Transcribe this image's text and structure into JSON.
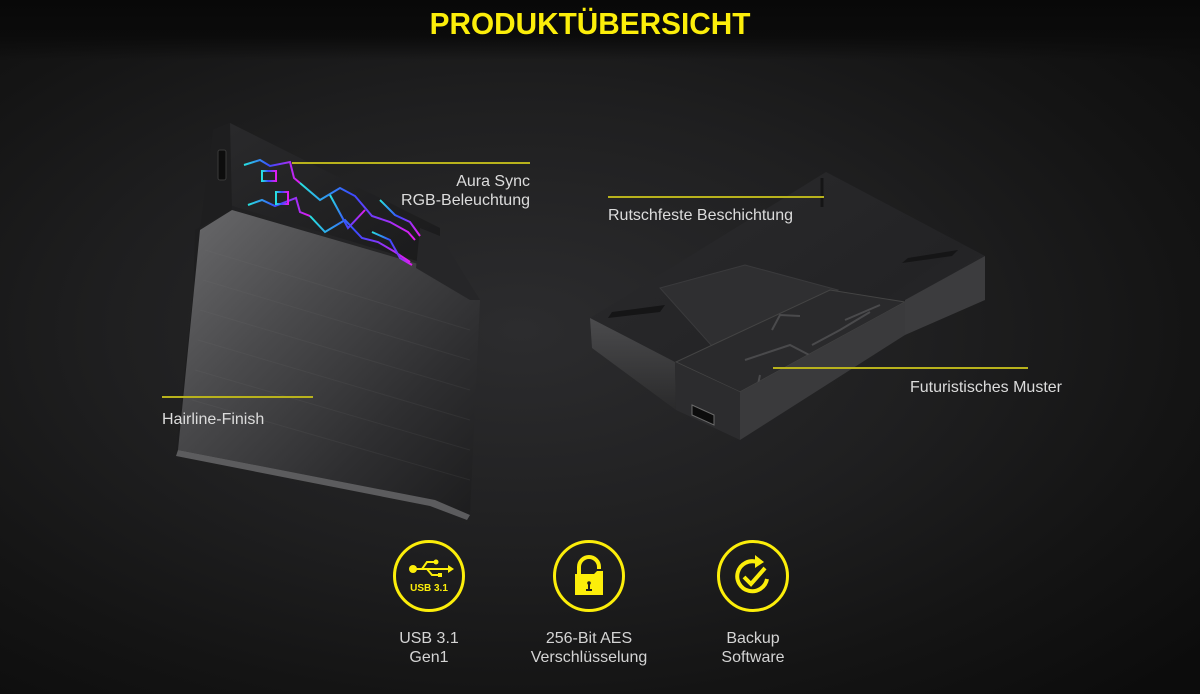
{
  "header": {
    "title": "PRODUKTÜBERSICHT"
  },
  "colors": {
    "accent": "#fcee0a",
    "callout_line": "#b8b21c",
    "text": "#dcdcdc",
    "background": "#1f1f20"
  },
  "callouts": {
    "aura_sync": {
      "line1": "Aura Sync",
      "line2": "RGB-Beleuchtung"
    },
    "hairline": {
      "label": "Hairline-Finish"
    },
    "rutschfest": {
      "label": "Rutschfeste Beschichtung"
    },
    "futuristic": {
      "label": "Futuristisches Muster"
    }
  },
  "features": [
    {
      "icon": "usb-icon",
      "badge": "USB 3.1",
      "line1": "USB 3.1",
      "line2": "Gen1"
    },
    {
      "icon": "lock-icon",
      "line1": "256-Bit AES",
      "line2": "Verschlüsselung"
    },
    {
      "icon": "backup-check-icon",
      "line1": "Backup",
      "line2": "Software"
    }
  ]
}
